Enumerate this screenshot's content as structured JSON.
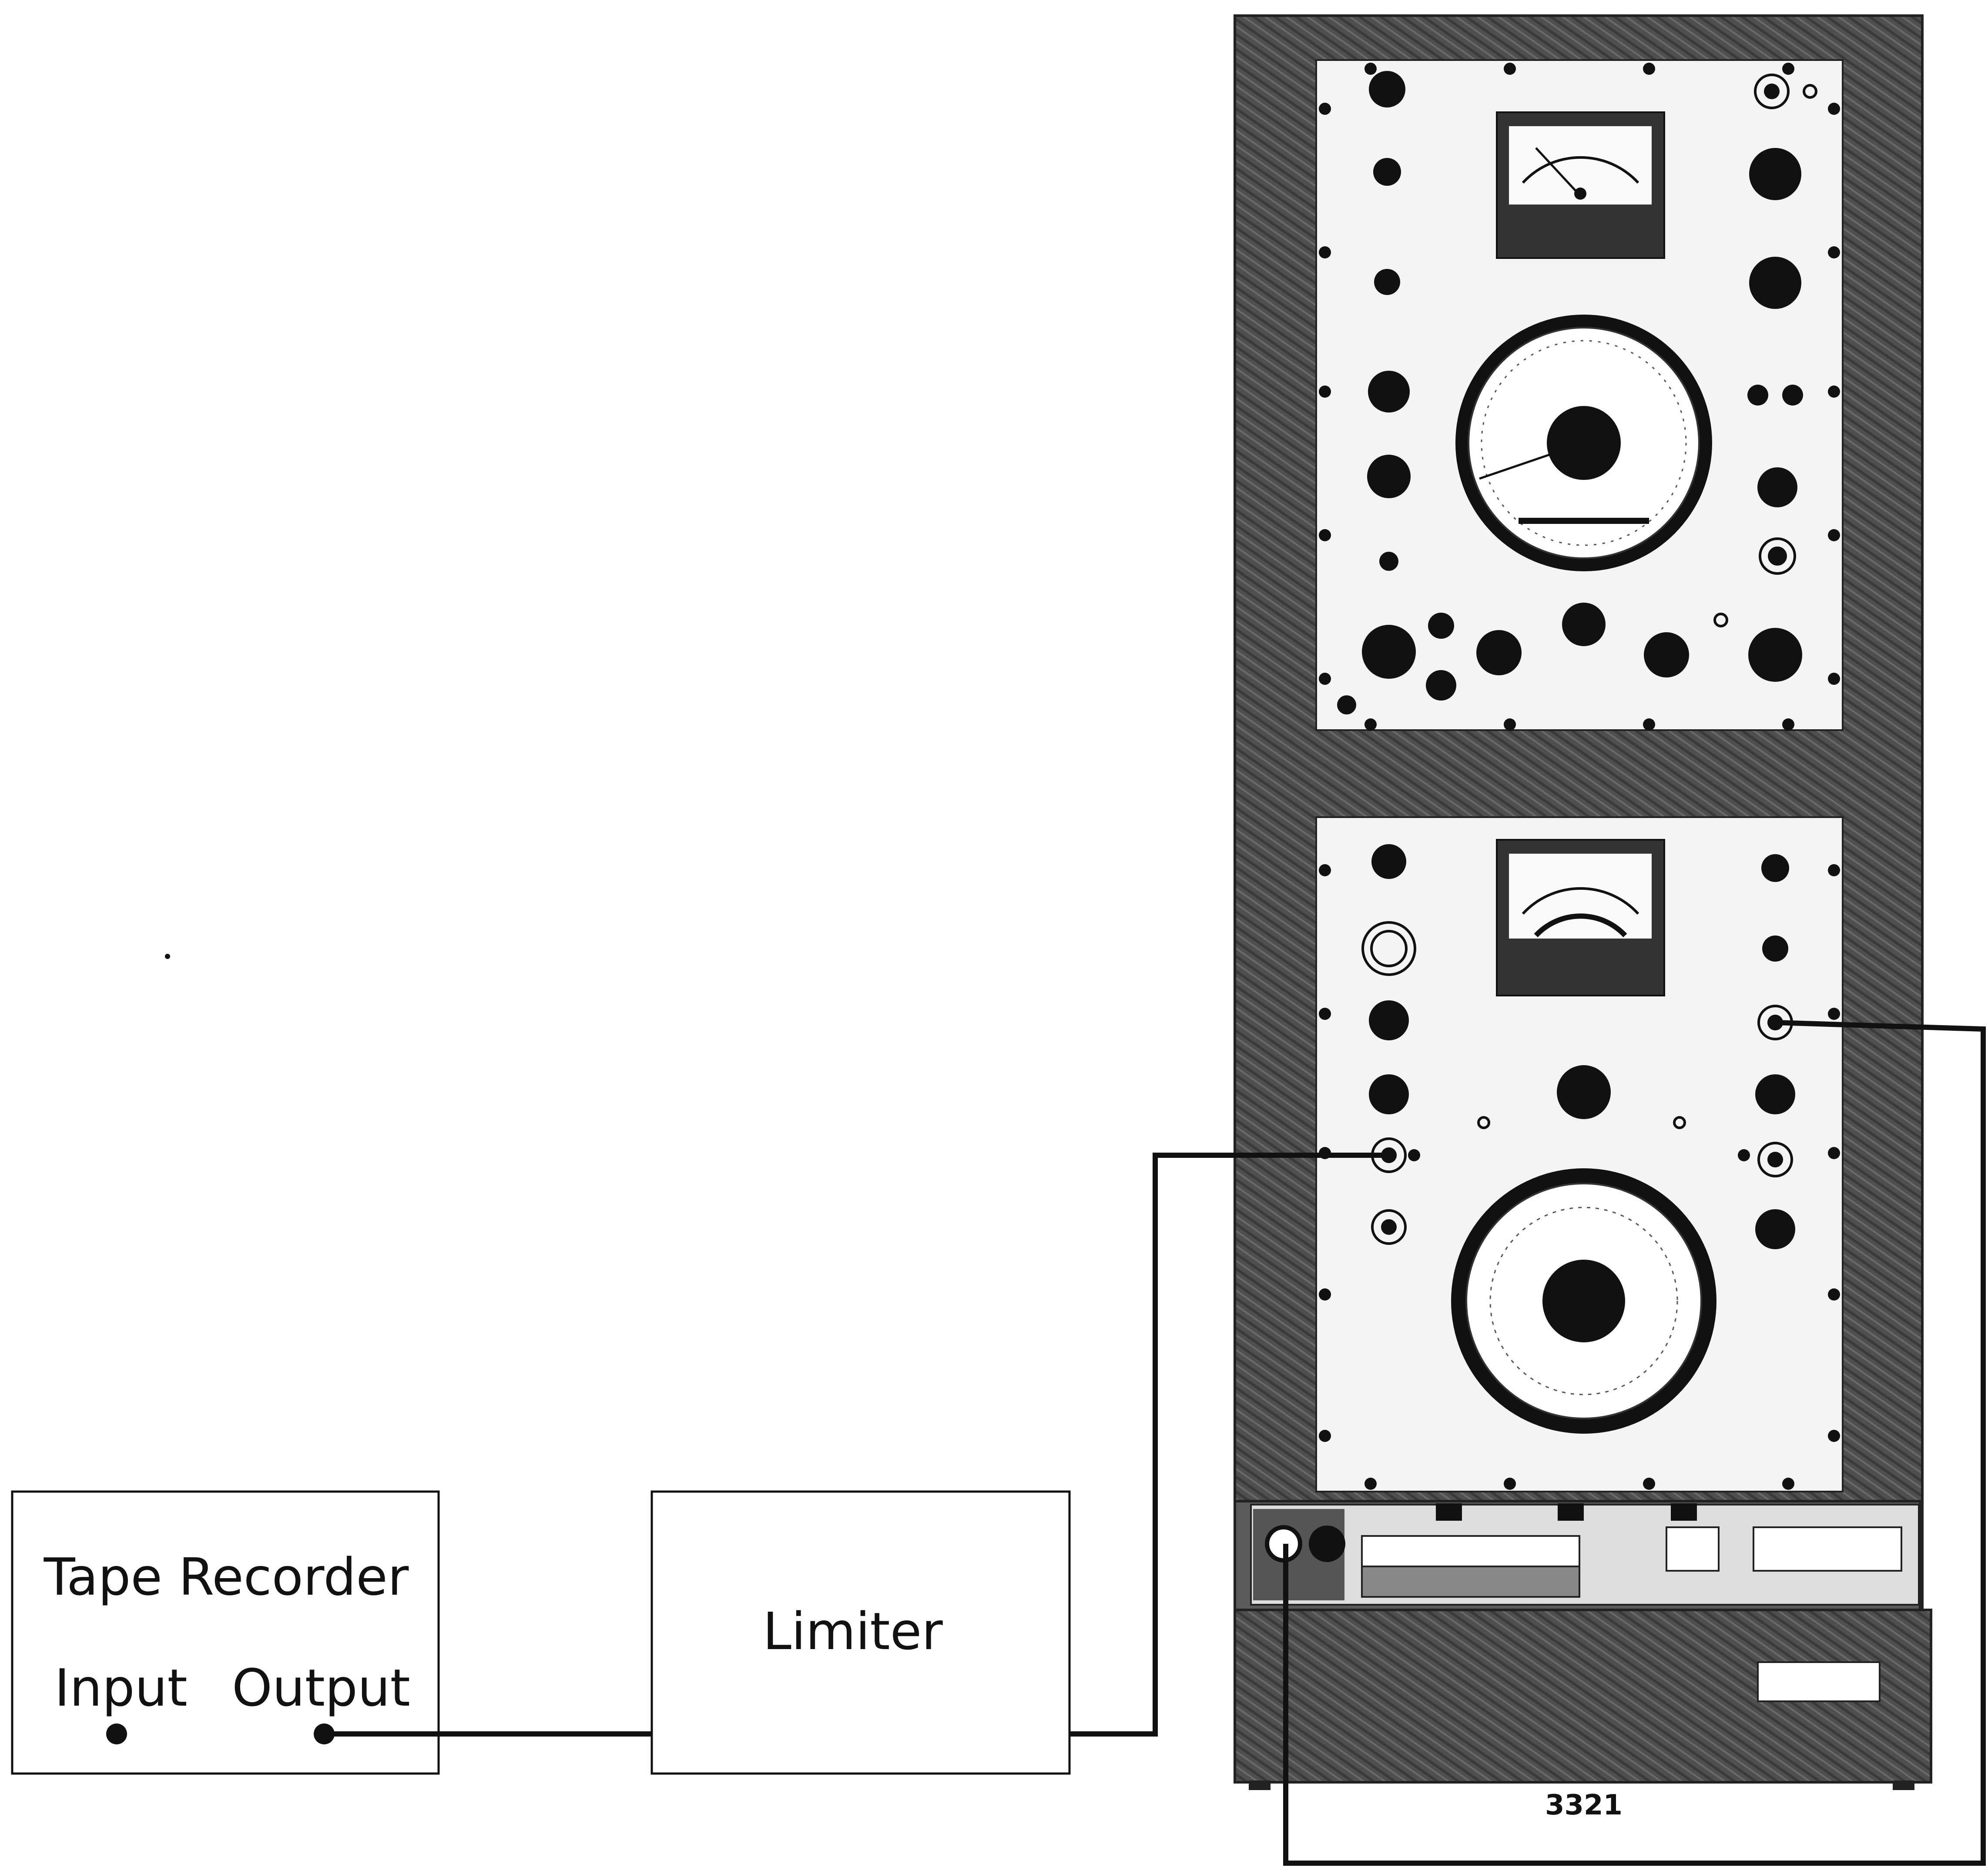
{
  "diagram": {
    "tape_recorder": {
      "title": "Tape Recorder",
      "input_label": "Input",
      "output_label": "Output"
    },
    "limiter": {
      "label": "Limiter"
    },
    "rack": {
      "model_number": "3321"
    }
  },
  "colors": {
    "ink": "#111111",
    "rack": "#4a4a4a",
    "panel": "#f4f4f4",
    "background": "#ffffff"
  }
}
